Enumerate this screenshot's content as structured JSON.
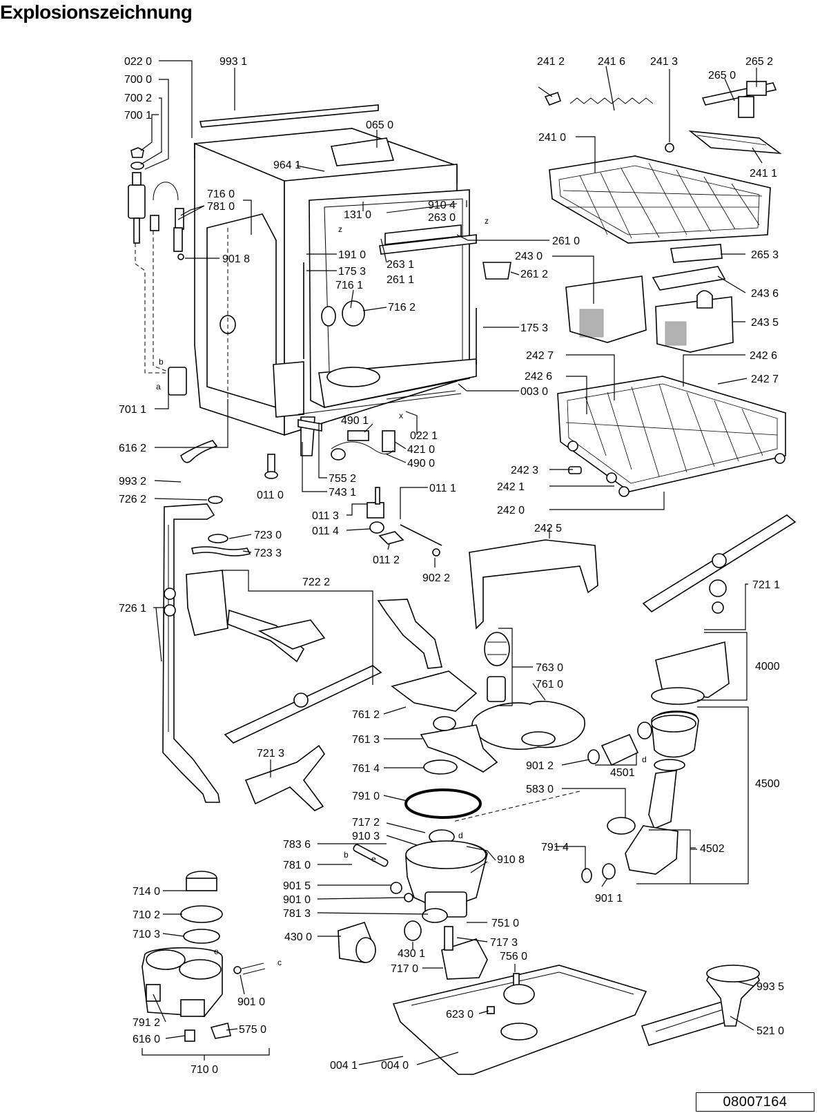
{
  "title": "Explosionszeichnung",
  "doc_number": "08007164",
  "labels": {
    "l0220": "022 0",
    "l7000": "700 0",
    "l7002": "700 2",
    "l7001": "700 1",
    "l9931": "993 1",
    "l0650": "065 0",
    "l9641": "964 1",
    "l7160": "716 0",
    "l7810": "781 0",
    "l9018": "901 8",
    "l1310": "131 0",
    "l9104": "910 4",
    "l2630": "263 0",
    "l2610": "261 0",
    "l1910": "191 0",
    "l1753a": "175 3",
    "l2631": "263 1",
    "l2611": "261 1",
    "l2612": "261 2",
    "l7161": "716 1",
    "l7162": "716 2",
    "l1753b": "175 3",
    "l7011": "701 1",
    "l6162": "616 2",
    "l0030": "003 0",
    "l0221": "022 1",
    "l4901": "490 1",
    "l4210": "421 0",
    "l4900": "490 0",
    "l9932": "993 2",
    "l7262": "726 2",
    "l0110": "011 0",
    "l7552": "755 2",
    "l7431": "743 1",
    "l0111": "011 1",
    "l0113": "011 3",
    "l0114": "011 4",
    "l0112": "011 2",
    "l9022": "902 2",
    "l7230": "723 0",
    "l7233": "723 3",
    "l7222": "722 2",
    "l7261": "726 1",
    "l7213": "721 3",
    "l2412": "241 2",
    "l2416": "241 6",
    "l2413": "241 3",
    "l2652": "265 2",
    "l2650": "265 0",
    "l2410": "241 0",
    "l2411": "241 1",
    "l2653": "265 3",
    "l2430": "243 0",
    "l2436": "243 6",
    "l2435": "243 5",
    "l2427a": "242 7",
    "l2426a": "242 6",
    "l2426b": "242 6",
    "l2427b": "242 7",
    "l2423": "242 3",
    "l2421": "242 1",
    "l2420": "242 0",
    "l2425": "242 5",
    "l7211": "721 1",
    "l7630": "763 0",
    "l7610": "761 0",
    "l4000": "4000",
    "l7612": "761 2",
    "l7613": "761 3",
    "l7614": "761 4",
    "l7910": "791 0",
    "l9012": "901 2",
    "l4501": "4501",
    "l4500": "4500",
    "l5830": "583 0",
    "l7172": "717 2",
    "l9103": "910 3",
    "l9108": "910 8",
    "l7836": "783 6",
    "l7810b": "781 0",
    "l9015": "901 5",
    "l9010a": "901 0",
    "l7813": "781 3",
    "l7914": "791 4",
    "l4502": "4502",
    "l9011": "901 1",
    "l7140": "714 0",
    "l7102": "710 2",
    "l7103": "710 3",
    "l4300": "430 0",
    "l4301": "430 1",
    "l7510": "751 0",
    "l7173": "717 3",
    "l7560": "756 0",
    "l7170": "717 0",
    "l9010b": "901 0",
    "l7912": "791 2",
    "l6160": "616 0",
    "l5750": "575 0",
    "l7100": "710 0",
    "l6230": "623 0",
    "l0041": "004 1",
    "l0040": "004 0",
    "l9935": "993 5",
    "l5210": "521 0"
  },
  "markers": {
    "z1": "z",
    "z2": "z",
    "x1": "x",
    "b1": "b",
    "a1": "a",
    "d1": "d",
    "d2": "d",
    "e1": "e",
    "e2": "e",
    "b2": "b",
    "c1": "c"
  }
}
